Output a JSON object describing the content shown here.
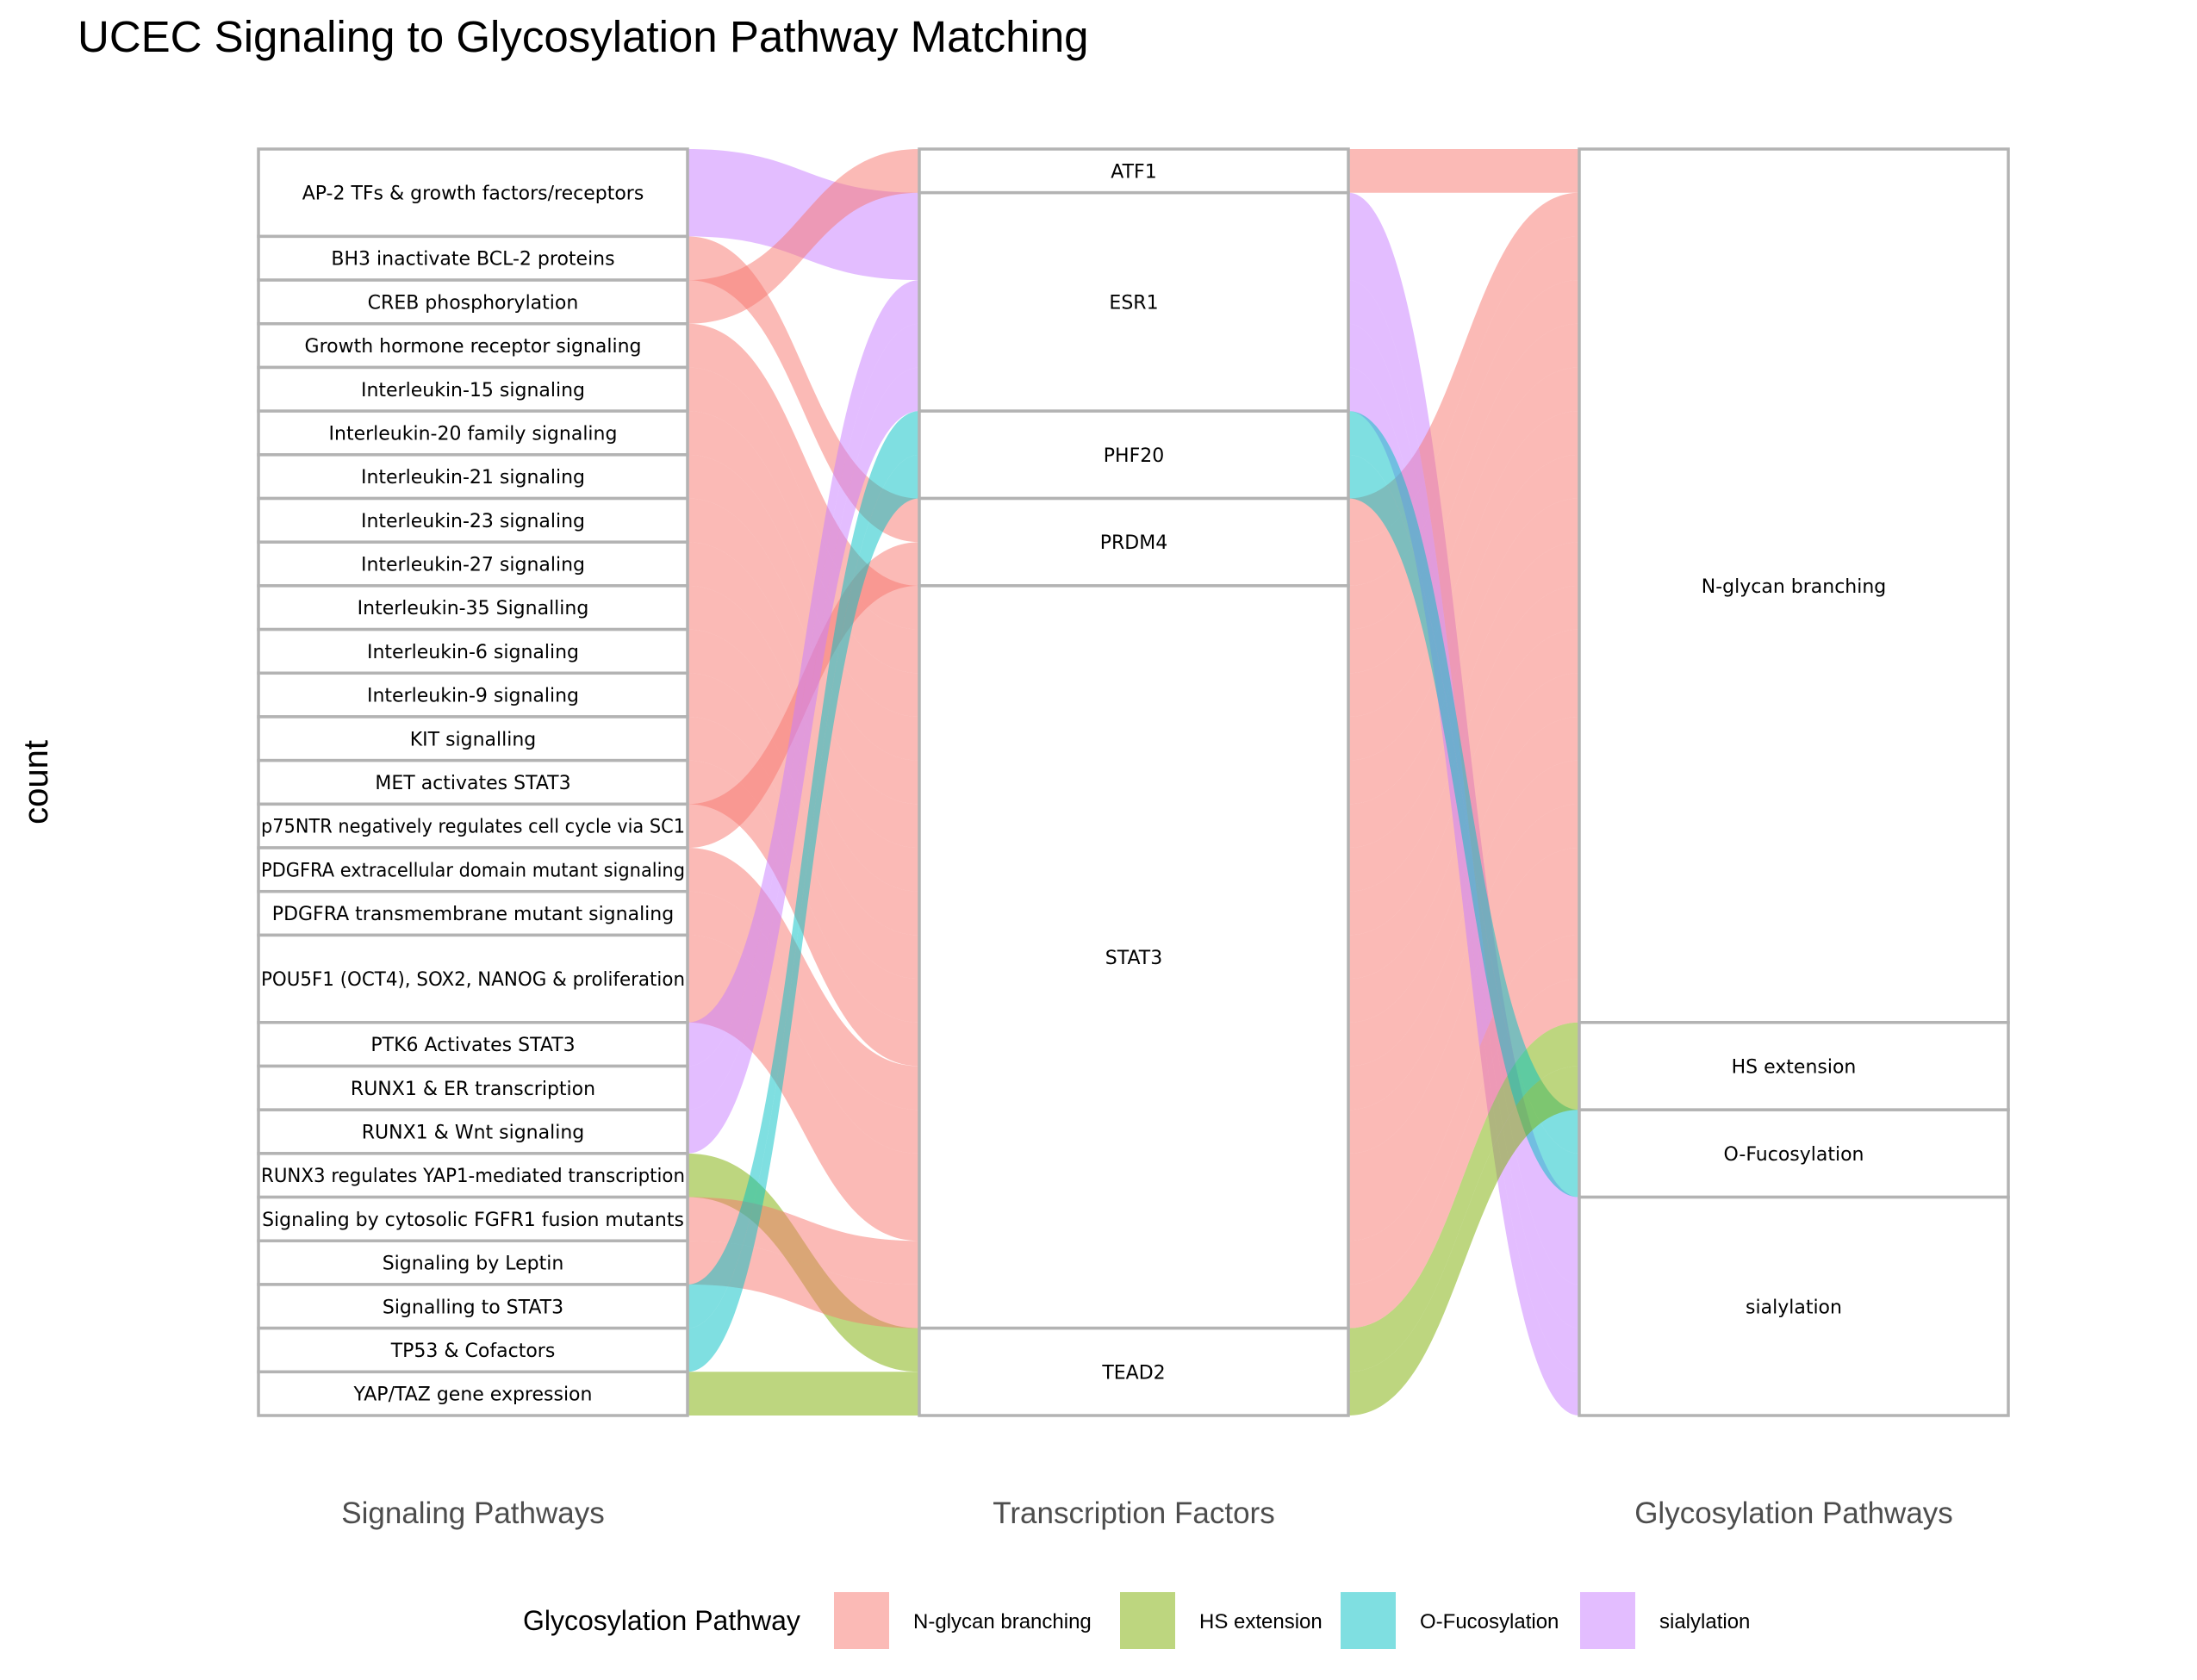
{
  "title": "UCEC Signaling to Glycosylation Pathway Matching",
  "ylabel": "count",
  "axes": [
    "Signaling Pathways",
    "Transcription Factors",
    "Glycosylation Pathways"
  ],
  "legend": {
    "title": "Glycosylation Pathway",
    "items": [
      {
        "label": "N-glycan branching",
        "key": "ng"
      },
      {
        "label": "HS extension",
        "key": "hs"
      },
      {
        "label": "O-Fucosylation",
        "key": "of"
      },
      {
        "label": "sialylation",
        "key": "si"
      }
    ]
  },
  "colors": {
    "ng": "#F8766D",
    "hs": "#7CAE00",
    "of": "#00BFC4",
    "si": "#C77CFF"
  },
  "chart_data": {
    "type": "alluvial",
    "axes": [
      "Signaling Pathways",
      "Transcription Factors",
      "Glycosylation Pathways"
    ],
    "strata": [
      [
        "AP-2 TFs & growth factors/receptors",
        "BH3 inactivate BCL-2 proteins",
        "CREB phosphorylation",
        "Growth hormone receptor signaling",
        "Interleukin-15 signaling",
        "Interleukin-20 family signaling",
        "Interleukin-21 signaling",
        "Interleukin-23 signaling",
        "Interleukin-27 signaling",
        "Interleukin-35 Signalling",
        "Interleukin-6 signaling",
        "Interleukin-9 signaling",
        "KIT signalling",
        "MET activates STAT3",
        "p75NTR negatively regulates cell cycle via SC1",
        "PDGFRA extracellular domain mutant signaling",
        "PDGFRA transmembrane mutant signaling",
        "POU5F1 (OCT4), SOX2, NANOG & proliferation",
        "PTK6 Activates STAT3",
        "RUNX1 & ER transcription",
        "RUNX1 & Wnt signaling",
        "RUNX3 regulates YAP1-mediated transcription",
        "Signaling by cytosolic FGFR1 fusion mutants",
        "Signaling by Leptin",
        "Signalling to STAT3",
        "TP53 & Cofactors",
        "YAP/TAZ gene expression"
      ],
      [
        "ATF1",
        "ESR1",
        "PHF20",
        "PRDM4",
        "STAT3",
        "TEAD2"
      ],
      [
        "N-glycan branching",
        "HS extension",
        "O-Fucosylation",
        "sialylation"
      ]
    ],
    "flows": [
      {
        "signaling": "AP-2 TFs & growth factors/receptors",
        "tf": "ESR1",
        "glyco": "sialylation",
        "count": 2
      },
      {
        "signaling": "BH3 inactivate BCL-2 proteins",
        "tf": "PRDM4",
        "glyco": "N-glycan branching",
        "count": 1
      },
      {
        "signaling": "CREB phosphorylation",
        "tf": "ATF1",
        "glyco": "N-glycan branching",
        "count": 1
      },
      {
        "signaling": "Growth hormone receptor signaling",
        "tf": "STAT3",
        "glyco": "N-glycan branching",
        "count": 1
      },
      {
        "signaling": "Interleukin-15 signaling",
        "tf": "STAT3",
        "glyco": "N-glycan branching",
        "count": 1
      },
      {
        "signaling": "Interleukin-20 family signaling",
        "tf": "STAT3",
        "glyco": "N-glycan branching",
        "count": 1
      },
      {
        "signaling": "Interleukin-21 signaling",
        "tf": "STAT3",
        "glyco": "N-glycan branching",
        "count": 1
      },
      {
        "signaling": "Interleukin-23 signaling",
        "tf": "STAT3",
        "glyco": "N-glycan branching",
        "count": 1
      },
      {
        "signaling": "Interleukin-27 signaling",
        "tf": "STAT3",
        "glyco": "N-glycan branching",
        "count": 1
      },
      {
        "signaling": "Interleukin-35 Signalling",
        "tf": "STAT3",
        "glyco": "N-glycan branching",
        "count": 1
      },
      {
        "signaling": "Interleukin-6 signaling",
        "tf": "STAT3",
        "glyco": "N-glycan branching",
        "count": 1
      },
      {
        "signaling": "Interleukin-9 signaling",
        "tf": "STAT3",
        "glyco": "N-glycan branching",
        "count": 1
      },
      {
        "signaling": "KIT signalling",
        "tf": "STAT3",
        "glyco": "N-glycan branching",
        "count": 1
      },
      {
        "signaling": "MET activates STAT3",
        "tf": "STAT3",
        "glyco": "N-glycan branching",
        "count": 1
      },
      {
        "signaling": "p75NTR negatively regulates cell cycle via SC1",
        "tf": "PRDM4",
        "glyco": "N-glycan branching",
        "count": 1
      },
      {
        "signaling": "PDGFRA extracellular domain mutant signaling",
        "tf": "STAT3",
        "glyco": "N-glycan branching",
        "count": 1
      },
      {
        "signaling": "PDGFRA transmembrane mutant signaling",
        "tf": "STAT3",
        "glyco": "N-glycan branching",
        "count": 1
      },
      {
        "signaling": "POU5F1 (OCT4), SOX2, NANOG & proliferation",
        "tf": "STAT3",
        "glyco": "N-glycan branching",
        "count": 2
      },
      {
        "signaling": "PTK6 Activates STAT3",
        "tf": "ESR1",
        "glyco": "sialylation",
        "count": 1
      },
      {
        "signaling": "RUNX1 & ER transcription",
        "tf": "ESR1",
        "glyco": "sialylation",
        "count": 1
      },
      {
        "signaling": "RUNX1 & Wnt signaling",
        "tf": "ESR1",
        "glyco": "sialylation",
        "count": 1
      },
      {
        "signaling": "RUNX3 regulates YAP1-mediated transcription",
        "tf": "TEAD2",
        "glyco": "HS extension",
        "count": 1
      },
      {
        "signaling": "Signaling by cytosolic FGFR1 fusion mutants",
        "tf": "STAT3",
        "glyco": "N-glycan branching",
        "count": 1
      },
      {
        "signaling": "Signaling by Leptin",
        "tf": "STAT3",
        "glyco": "N-glycan branching",
        "count": 1
      },
      {
        "signaling": "Signalling to STAT3",
        "tf": "PHF20",
        "glyco": "O-Fucosylation",
        "count": 1
      },
      {
        "signaling": "TP53 & Cofactors",
        "tf": "PHF20",
        "glyco": "O-Fucosylation",
        "count": 1
      },
      {
        "signaling": "YAP/TAZ gene expression",
        "tf": "TEAD2",
        "glyco": "HS extension",
        "count": 1
      }
    ]
  }
}
